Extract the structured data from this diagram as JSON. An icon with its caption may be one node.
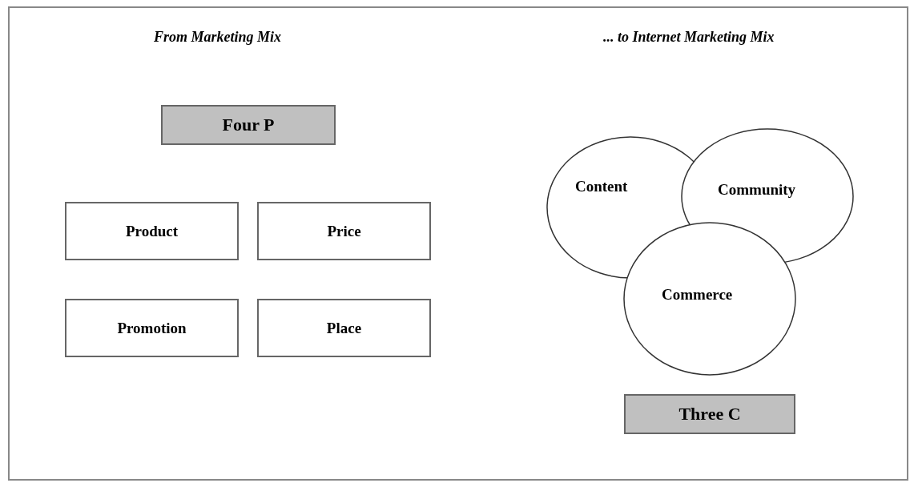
{
  "diagram": {
    "nodes": [
      {
        "text": [
          "Four P"
        ]
      },
      {
        "text": [
          "Product"
        ]
      },
      {
        "text": [
          "Price"
        ]
      },
      {
        "text": [
          "Promotion"
        ]
      },
      {
        "text": [
          "Place"
        ]
      },
      {
        "text": [
          "Content"
        ]
      },
      {
        "text": [
          "Community"
        ]
      },
      {
        "text": [
          "Commerce"
        ]
      },
      {
        "text": [
          "Three C"
        ]
      }
    ],
    "labels": [
      "From Marketing Mix",
      "... to Internet Marketing Mix"
    ]
  }
}
